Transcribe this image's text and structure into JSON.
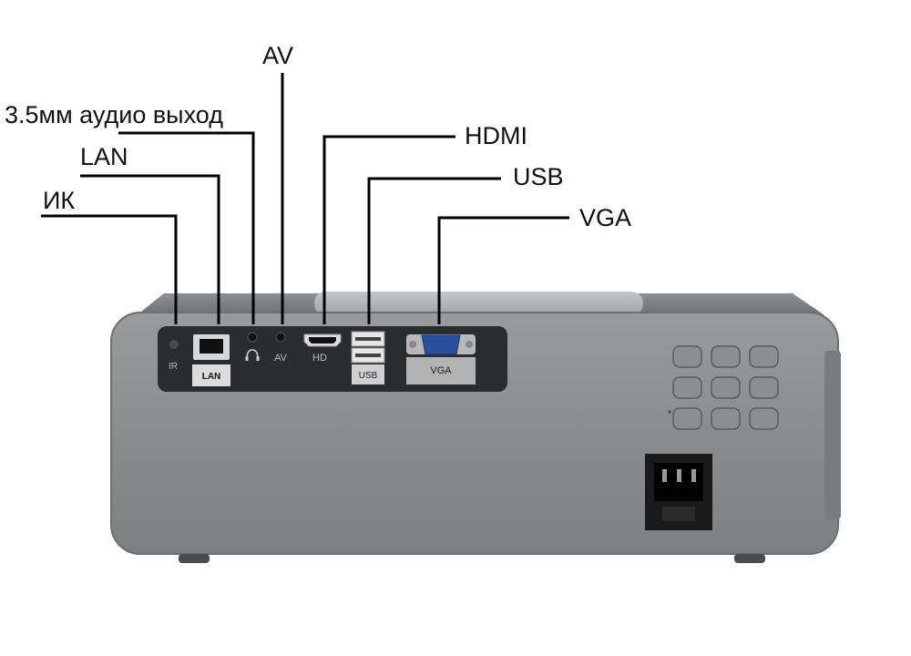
{
  "callouts": {
    "ir": "ИК",
    "lan": "LAN",
    "audio": "3.5мм аудио выход",
    "av": "AV",
    "hdmi": "HDMI",
    "usb": "USB",
    "vga": "VGA"
  },
  "panel_labels": {
    "ir": "IR",
    "lan": "LAN",
    "av": "AV",
    "hd": "HD",
    "usb": "USB",
    "vga": "VGA"
  },
  "colors": {
    "body": "#8a8b8d",
    "panel": "#2b2c2e",
    "line": "#000000"
  },
  "icons": {
    "headphone": "headphone-icon",
    "power": "power-socket-icon"
  }
}
